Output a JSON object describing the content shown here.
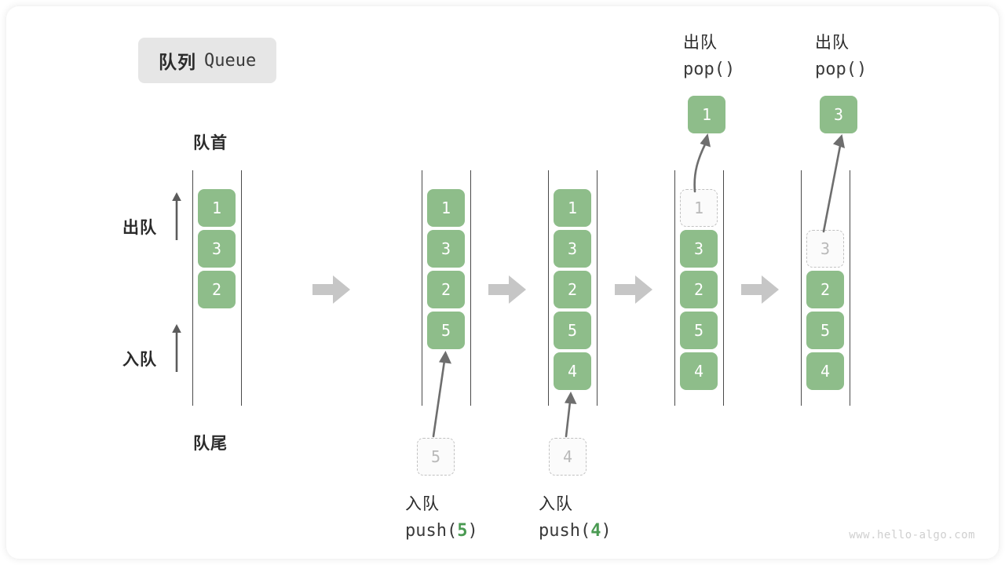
{
  "title": {
    "cn": "队列",
    "en": "Queue"
  },
  "legend": {
    "front_label": "队首",
    "rear_label": "队尾",
    "dequeue_label": "出队",
    "enqueue_label": "入队"
  },
  "colors": {
    "card_fill": "#8ebd8a",
    "card_text": "#ffffff",
    "ghost_border": "#c2c2c2",
    "ghost_text": "#b9b9b9",
    "rail": "#4a4a4a",
    "arrow_gray": "#c6c6c6",
    "motion_arrow": "#6e6e6e",
    "accent_green": "#4a9a52",
    "badge_bg": "#e6e6e6"
  },
  "stages": [
    {
      "name": "initial",
      "cells": [
        {
          "value": "1",
          "state": "filled"
        },
        {
          "value": "3",
          "state": "filled"
        },
        {
          "value": "2",
          "state": "filled"
        }
      ]
    },
    {
      "name": "after-push-5",
      "cells": [
        {
          "value": "1",
          "state": "filled"
        },
        {
          "value": "3",
          "state": "filled"
        },
        {
          "value": "2",
          "state": "filled"
        },
        {
          "value": "5",
          "state": "filled"
        }
      ],
      "incoming": {
        "value": "5",
        "state": "ghost"
      },
      "op": {
        "cn": "入队",
        "code_prefix": "push(",
        "code_num": "5",
        "code_suffix": ")"
      }
    },
    {
      "name": "after-push-4",
      "cells": [
        {
          "value": "1",
          "state": "filled"
        },
        {
          "value": "3",
          "state": "filled"
        },
        {
          "value": "2",
          "state": "filled"
        },
        {
          "value": "5",
          "state": "filled"
        },
        {
          "value": "4",
          "state": "filled"
        }
      ],
      "incoming": {
        "value": "4",
        "state": "ghost"
      },
      "op": {
        "cn": "入队",
        "code_prefix": "push(",
        "code_num": "4",
        "code_suffix": ")"
      }
    },
    {
      "name": "after-pop-1",
      "cells": [
        {
          "value": "1",
          "state": "ghost"
        },
        {
          "value": "3",
          "state": "filled"
        },
        {
          "value": "2",
          "state": "filled"
        },
        {
          "value": "5",
          "state": "filled"
        },
        {
          "value": "4",
          "state": "filled"
        }
      ],
      "outgoing": {
        "value": "1",
        "state": "filled"
      },
      "op": {
        "cn": "出队",
        "code": "pop()"
      }
    },
    {
      "name": "after-pop-3",
      "cells": [
        {
          "value": "",
          "state": "empty"
        },
        {
          "value": "3",
          "state": "ghost"
        },
        {
          "value": "2",
          "state": "filled"
        },
        {
          "value": "5",
          "state": "filled"
        },
        {
          "value": "4",
          "state": "filled"
        }
      ],
      "outgoing": {
        "value": "3",
        "state": "filled"
      },
      "op": {
        "cn": "出队",
        "code": "pop()"
      }
    }
  ],
  "watermark": "www.hello-algo.com"
}
